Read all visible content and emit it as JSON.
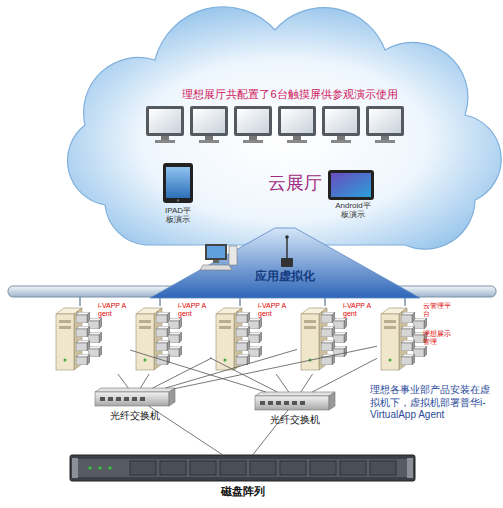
{
  "diagram": {
    "nodes": [
      {
        "text": [
          "理想展厅共配置了6台触摸屏供参观演示使用",
          "云展厅"
        ]
      },
      {
        "text": [
          "IPAD平板演示"
        ],
        "in": 0
      },
      {
        "text": [
          "Android平板演示"
        ],
        "in": 0
      },
      {
        "text": [
          "应用虚拟化"
        ]
      },
      {
        "text": [
          "i-VAPP Agent"
        ]
      },
      {
        "text": [
          "i-VAPP Agent"
        ]
      },
      {
        "text": [
          "i-VAPP Agent"
        ]
      },
      {
        "text": [
          "i-VAPP Agent"
        ]
      },
      {
        "text": [
          "云管理平台",
          "理想展示管理"
        ]
      },
      {
        "text": [
          "光纤交换机"
        ]
      },
      {
        "text": [
          "光纤交换机"
        ]
      },
      {
        "text": [
          "磁盘阵列"
        ]
      }
    ],
    "edges": [
      {
        "from": 9,
        "to": 4,
        "arrow": "none"
      },
      {
        "from": 9,
        "to": 5,
        "arrow": "none"
      },
      {
        "from": 9,
        "to": 6,
        "arrow": "none"
      },
      {
        "from": 9,
        "to": 7,
        "arrow": "none"
      },
      {
        "from": 9,
        "to": 8,
        "arrow": "none"
      },
      {
        "from": 10,
        "to": 4,
        "arrow": "none"
      },
      {
        "from": 10,
        "to": 5,
        "arrow": "none"
      },
      {
        "from": 10,
        "to": 6,
        "arrow": "none"
      },
      {
        "from": 10,
        "to": 7,
        "arrow": "none"
      },
      {
        "from": 10,
        "to": 8,
        "arrow": "none"
      },
      {
        "from": 11,
        "to": 9,
        "arrow": "none"
      },
      {
        "from": 11,
        "to": 10,
        "arrow": "none"
      }
    ],
    "labels": [
      "理想各事业部产品安装在虚拟机下，虚拟机部署普华i-VirtualApp Agent"
    ]
  }
}
